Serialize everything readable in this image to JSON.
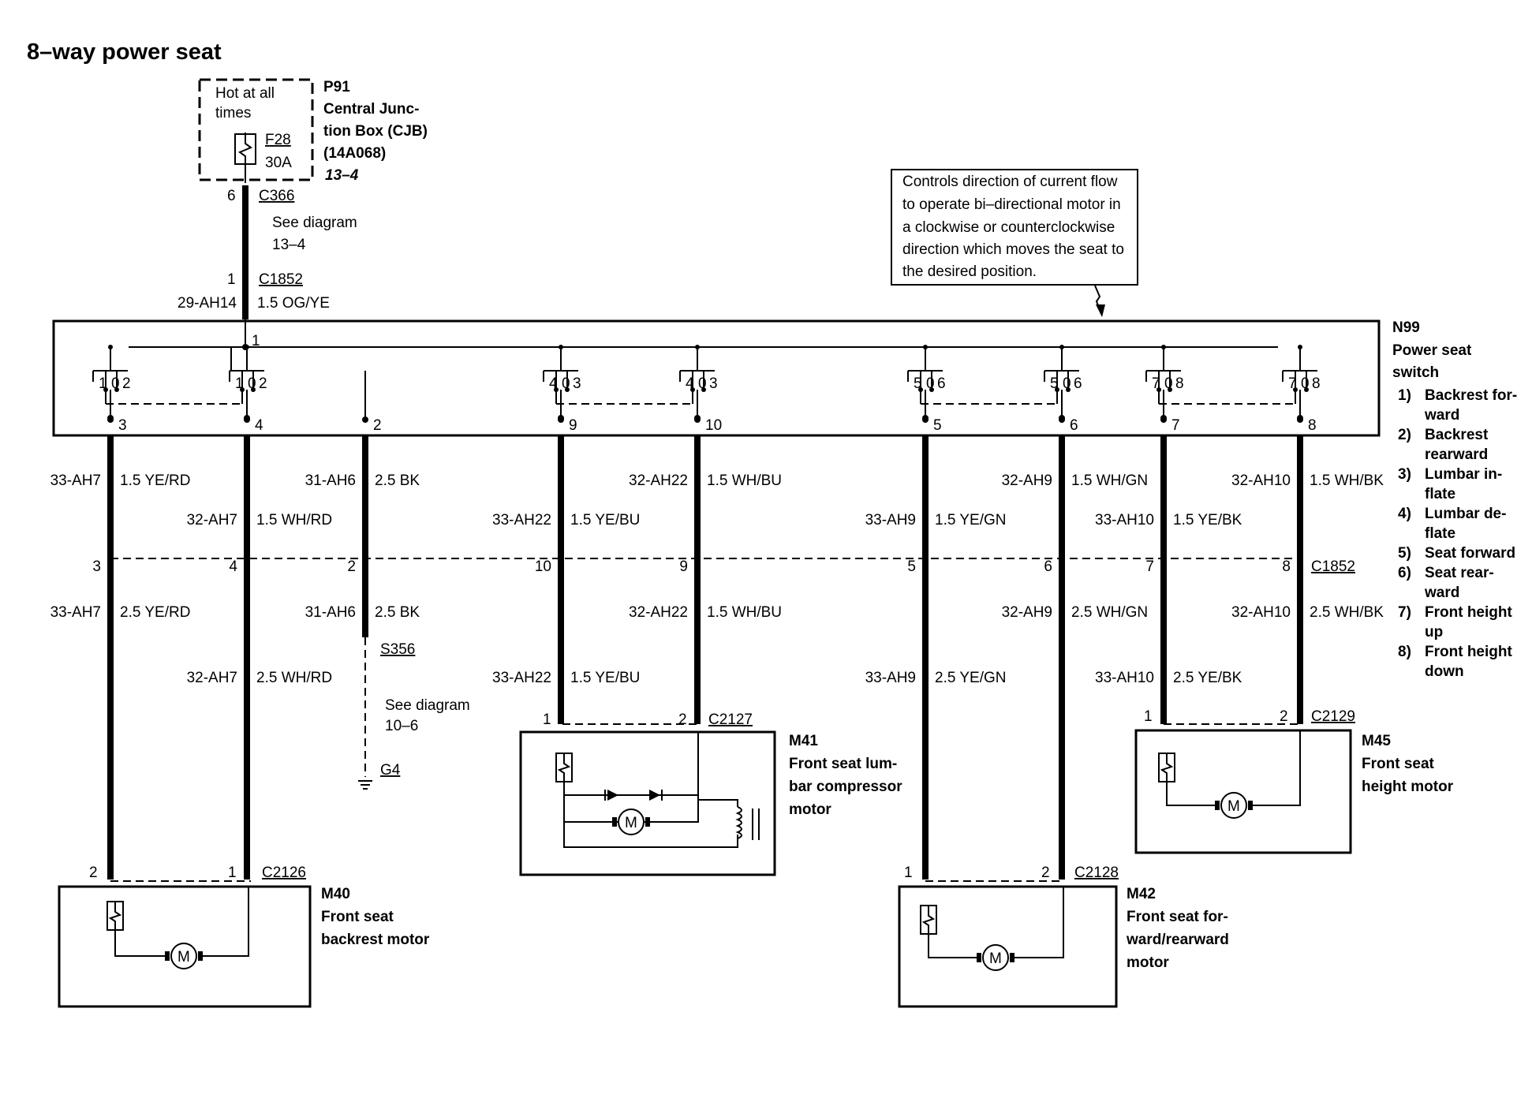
{
  "title": "8–way power seat",
  "cjb": {
    "hot": [
      "Hot at all",
      "times"
    ],
    "fuse": "F28",
    "amps": "30A",
    "id": "P91",
    "name": [
      "Central Junc-",
      "tion Box (CJB)",
      "(14A068)"
    ],
    "ref": "13–4",
    "pin": "6",
    "connector": "C366",
    "see": [
      "See diagram",
      "13–4"
    ]
  },
  "feed": {
    "pin": "1",
    "connector": "C1852",
    "circuit": "29-AH14",
    "wire": "1.5 OG/YE",
    "bus_pin": "1"
  },
  "note": [
    "Controls direction of current flow",
    "to operate bi–directional motor in",
    "a clockwise or counterclockwise",
    "direction which moves the seat to",
    "the desired position."
  ],
  "switch": {
    "id": "N99",
    "name": [
      "Power seat",
      "switch"
    ],
    "legend": [
      {
        "num": "1)",
        "lines": [
          "Backrest for-",
          "ward"
        ]
      },
      {
        "num": "2)",
        "lines": [
          "Backrest",
          "rearward"
        ]
      },
      {
        "num": "3)",
        "lines": [
          "Lumbar in-",
          "flate"
        ]
      },
      {
        "num": "4)",
        "lines": [
          "Lumbar de-",
          "flate"
        ]
      },
      {
        "num": "5)",
        "lines": [
          "Seat forward"
        ]
      },
      {
        "num": "6)",
        "lines": [
          "Seat rear-",
          "ward"
        ]
      },
      {
        "num": "7)",
        "lines": [
          "Front height",
          "up"
        ]
      },
      {
        "num": "8)",
        "lines": [
          "Front height",
          "down"
        ]
      }
    ]
  },
  "contacts": [
    [
      "1",
      "0",
      "2"
    ],
    [
      "1",
      "0",
      "2"
    ],
    [
      "4",
      "0",
      "3"
    ],
    [
      "4",
      "0",
      "3"
    ],
    [
      "5",
      "0",
      "6"
    ],
    [
      "5",
      "0",
      "6"
    ],
    [
      "7",
      "0",
      "8"
    ],
    [
      "7",
      "0",
      "8"
    ]
  ],
  "wires": [
    {
      "sw_pin": "3",
      "upper_circuit": "33-AH7",
      "upper_wire": "1.5 YE/RD",
      "conn_pin": "3",
      "lower_circuit": "33-AH7",
      "lower_wire": "2.5 YE/RD"
    },
    {
      "sw_pin": "4",
      "upper_circuit": "32-AH7",
      "upper_wire": "1.5 WH/RD",
      "conn_pin": "4",
      "lower_circuit": "32-AH7",
      "lower_wire": "2.5 WH/RD"
    },
    {
      "sw_pin": "2",
      "upper_circuit": "31-AH6",
      "upper_wire": "2.5 BK",
      "conn_pin": "2",
      "lower_circuit": "31-AH6",
      "lower_wire": "2.5 BK"
    },
    {
      "sw_pin": "9",
      "upper_circuit": "33-AH22",
      "upper_wire": "1.5 YE/BU",
      "conn_pin": "10",
      "lower_circuit": "33-AH22",
      "lower_wire": "1.5 YE/BU"
    },
    {
      "sw_pin": "10",
      "upper_circuit": "32-AH22",
      "upper_wire": "1.5 WH/BU",
      "conn_pin": "9",
      "lower_circuit": "32-AH22",
      "lower_wire": "1.5 WH/BU"
    },
    {
      "sw_pin": "5",
      "upper_circuit": "33-AH9",
      "upper_wire": "1.5 YE/GN",
      "conn_pin": "5",
      "lower_circuit": "33-AH9",
      "lower_wire": "2.5 YE/GN"
    },
    {
      "sw_pin": "6",
      "upper_circuit": "32-AH9",
      "upper_wire": "1.5 WH/GN",
      "conn_pin": "6",
      "lower_circuit": "32-AH9",
      "lower_wire": "2.5 WH/GN"
    },
    {
      "sw_pin": "7",
      "upper_circuit": "33-AH10",
      "upper_wire": "1.5 YE/BK",
      "conn_pin": "7",
      "lower_circuit": "33-AH10",
      "lower_wire": "2.5 YE/BK"
    },
    {
      "sw_pin": "8",
      "upper_circuit": "32-AH10",
      "upper_wire": "1.5 WH/BK",
      "conn_pin": "8",
      "lower_circuit": "32-AH10",
      "lower_wire": "2.5 WH/BK"
    }
  ],
  "c1852_label": "C1852",
  "ground": {
    "splice": "S356",
    "see": [
      "See diagram",
      "10–6"
    ],
    "ground": "G4"
  },
  "motors": [
    {
      "id": "M40",
      "name": [
        "Front seat",
        "backrest motor"
      ],
      "connector": "C2126",
      "pins": [
        "2",
        "1"
      ],
      "symbol": "M"
    },
    {
      "id": "M41",
      "name": [
        "Front seat lum-",
        "bar compressor",
        "motor"
      ],
      "connector": "C2127",
      "pins": [
        "1",
        "2"
      ],
      "symbol": "M"
    },
    {
      "id": "M42",
      "name": [
        "Front seat for-",
        "ward/rearward",
        "motor"
      ],
      "connector": "C2128",
      "pins": [
        "1",
        "2"
      ],
      "symbol": "M"
    },
    {
      "id": "M45",
      "name": [
        "Front seat",
        "height motor"
      ],
      "connector": "C2129",
      "pins": [
        "1",
        "2"
      ],
      "symbol": "M"
    }
  ]
}
